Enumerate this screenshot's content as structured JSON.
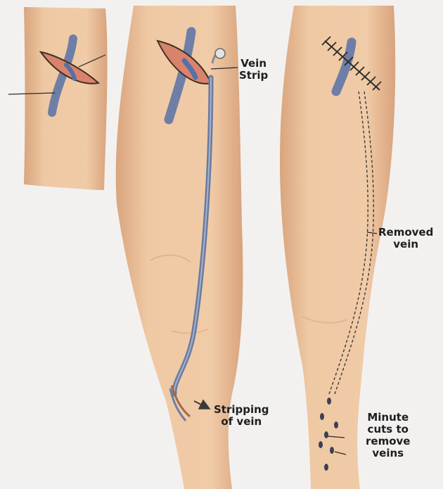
{
  "labels": {
    "vein_strip": [
      "Vein",
      "Strip"
    ],
    "stripping_of_vein": [
      "Stripping",
      "of vein"
    ],
    "removed_vein": [
      "Removed",
      "vein"
    ],
    "minute_cuts": [
      "Minute",
      "cuts to",
      "remove",
      "veins"
    ]
  },
  "colors": {
    "background": "#f2f1f0",
    "skin": "#eec7a0",
    "skin_shadow": "#d9a57d",
    "vein": "#6e7ea6",
    "incision": "#d9826c",
    "incision_edge": "#4a3a2e",
    "stitch": "#2a2a2a",
    "text": "#1e1e1e"
  },
  "icons": [
    "inset-panel",
    "left-leg-illustration",
    "right-leg-illustration",
    "vein-stripper-tool",
    "stitches",
    "arrow-icon"
  ]
}
